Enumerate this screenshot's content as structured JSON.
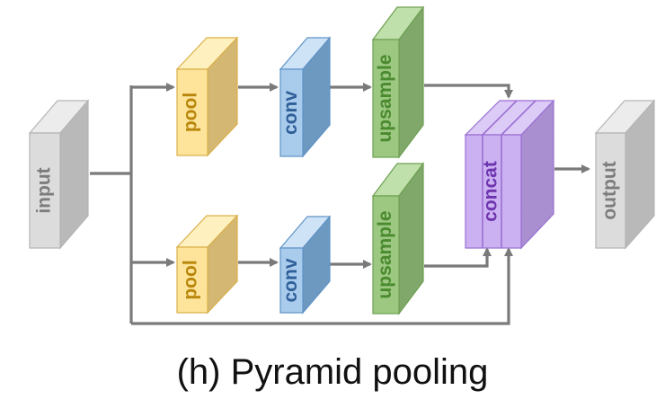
{
  "caption": "(h) Pyramid pooling",
  "colors": {
    "input": "#dcdcdc",
    "input_stroke": "#b4b4b4",
    "input_text": "#7c7c7c",
    "pool": "#fde49a",
    "pool_stroke": "#d9b04a",
    "pool_text": "#b8860b",
    "conv": "#a9cbec",
    "conv_stroke": "#5f93c7",
    "conv_text": "#2f5f99",
    "upsample": "#9cc882",
    "upsample_stroke": "#6e9f52",
    "upsample_text": "#4b8a2e",
    "concat": "#cbb1f2",
    "concat_stroke": "#9a6fd2",
    "concat_text": "#6d34ae",
    "arrow": "#7a7a7a"
  },
  "blocks": {
    "input": "input",
    "pool_top": "pool",
    "conv_top": "conv",
    "upsample_top": "upsample",
    "pool_bottom": "pool",
    "conv_bottom": "conv",
    "upsample_bottom": "upsample",
    "concat": "concat",
    "output": "output"
  }
}
